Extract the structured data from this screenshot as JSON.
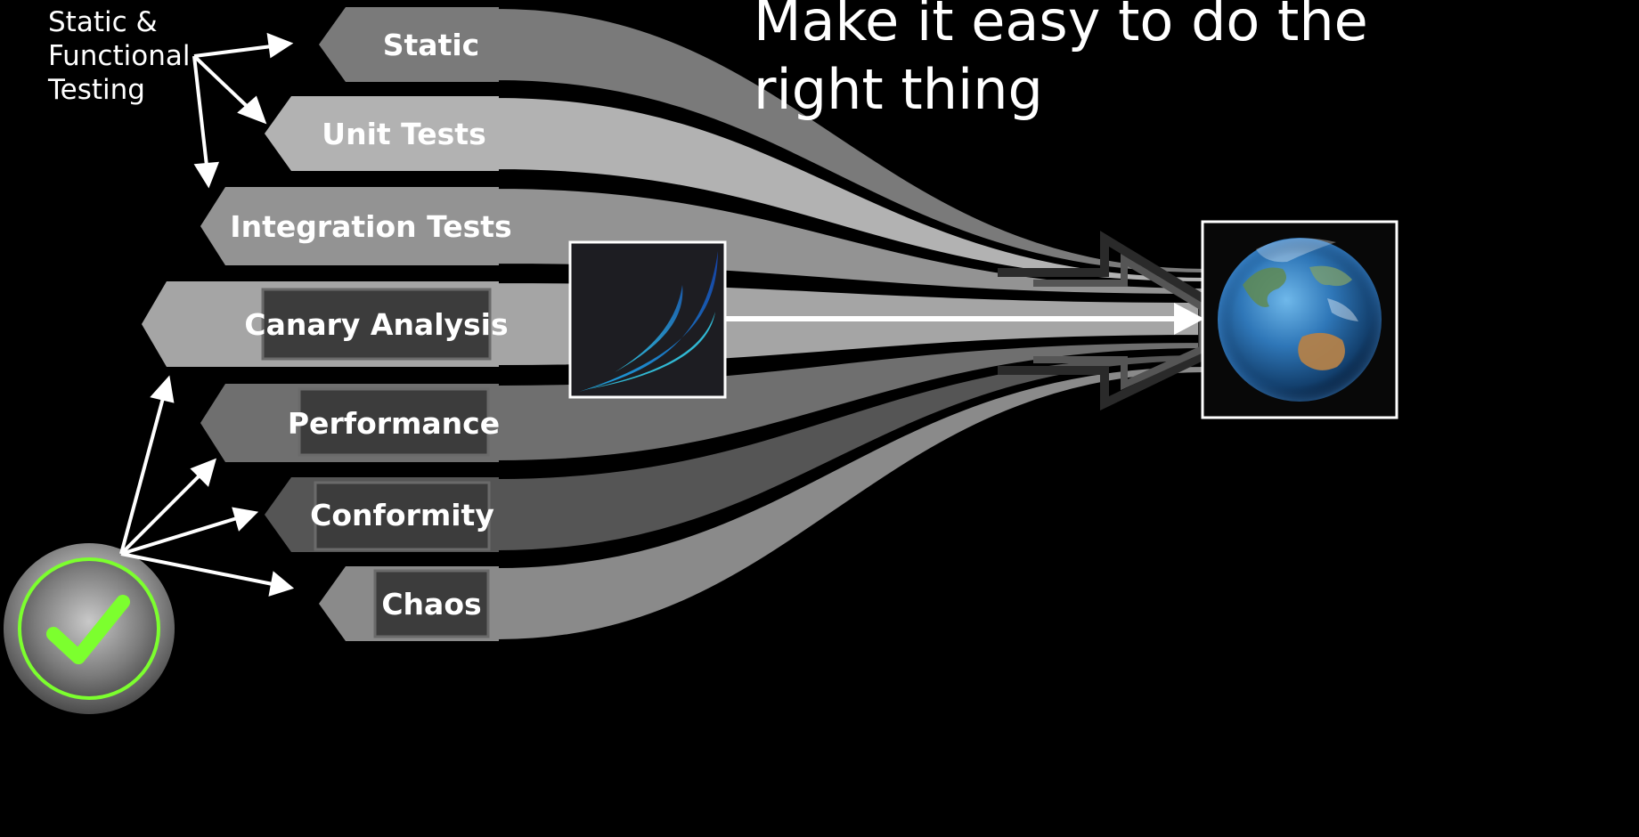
{
  "title": {
    "line1": "Make it easy to do the",
    "line2": "right thing"
  },
  "corner_note": {
    "lines": [
      "Static &",
      "Functional",
      "Testing"
    ]
  },
  "stages": [
    {
      "label": "Static",
      "boxed": false,
      "fill": "#7a7a7a"
    },
    {
      "label": "Unit Tests",
      "boxed": false,
      "fill": "#b2b2b2"
    },
    {
      "label": "Integration Tests",
      "boxed": false,
      "fill": "#939393"
    },
    {
      "label": "Canary Analysis",
      "boxed": true,
      "fill": "#a5a5a5"
    },
    {
      "label": "Performance",
      "boxed": true,
      "fill": "#6f6f6f"
    },
    {
      "label": "Conformity",
      "boxed": true,
      "fill": "#555555"
    },
    {
      "label": "Chaos",
      "boxed": true,
      "fill": "#8a8a8a"
    }
  ],
  "icons": {
    "pipeline_logo": "spinnaker-sail-logo",
    "destination": "earth-globe-icon",
    "check": "check-badge-icon"
  },
  "colors": {
    "background": "#000000",
    "text": "#ffffff",
    "check_green": "#7CFF2E",
    "sail_blue": "#29c4e8"
  }
}
